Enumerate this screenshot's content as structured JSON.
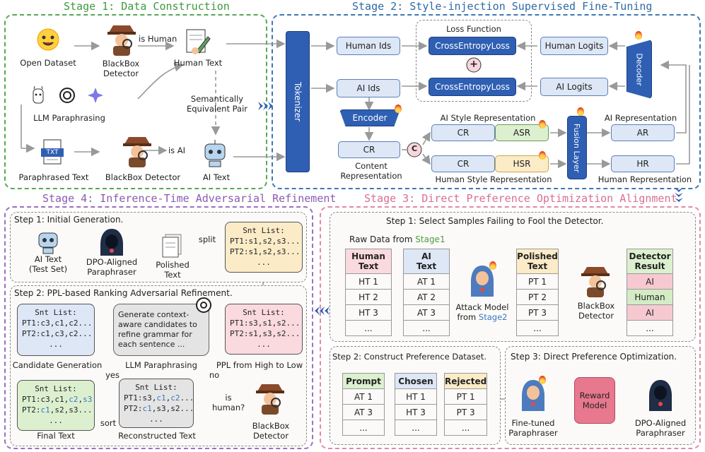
{
  "stage1": {
    "title": "Stage 1: Data Construction",
    "open_dataset": "Open Dataset",
    "blackbox_detector": "BlackBox\nDetector",
    "is_human": "is Human",
    "human_text": "Human Text",
    "llm_paraphrasing": "LLM Paraphrasing",
    "semantically": "Semantically\nEquivalent Pair",
    "paraphrased_text": "Paraphrased Text",
    "blackbox_detector2": "BlackBox Detector",
    "is_ai": "is AI",
    "ai_text": "AI Text",
    "txt_label": "TXT"
  },
  "stage2": {
    "title": "Stage 2: Style-injection Supervised Fine-Tuning",
    "tokenizer": "Tokenizer",
    "human_ids": "Human Ids",
    "ai_ids": "AI Ids",
    "loss_function": "Loss Function",
    "ce1": "CrossEntropyLoss",
    "ce2": "CrossEntropyLoss",
    "plus": "+",
    "human_logits": "Human Logits",
    "ai_logits": "AI Logits",
    "decoder": "Decoder",
    "encoder": "Encoder",
    "cr": "CR",
    "c": "C",
    "content_repr": "Content\nRepresentation",
    "ai_style_repr": "AI Style Representation",
    "cr2": "CR",
    "asr": "ASR",
    "cr3": "CR",
    "hsr": "HSR",
    "human_style_repr": "Human Style Representation",
    "fusion_layer": "Fusion Layer",
    "ai_repr": "AI Representation",
    "ar": "AR",
    "hr": "HR",
    "human_repr": "Human Representation"
  },
  "stage3": {
    "title": "Stage 3: Direct Preference Optimization Alignment",
    "step1": "Step 1: Select Samples Failing to Fool the Detector.",
    "raw_data_from": "Raw Data from ",
    "stage1_ref": "Stage1",
    "human_text_hdr": "Human\nText",
    "ht": [
      "HT 1",
      "HT 2",
      "HT 3",
      "..."
    ],
    "ai_text_hdr": "AI\nText",
    "at": [
      "AT 1",
      "AT 2",
      "AT 3",
      "..."
    ],
    "attack_model": "Attack Model\nfrom ",
    "stage2_ref": "Stage2",
    "polished_hdr": "Polished\nText",
    "pt": [
      "PT 1",
      "PT 2",
      "PT 3",
      "..."
    ],
    "blackbox_detector": "BlackBox\nDetector",
    "detector_hdr": "Detector\nResult",
    "dr": [
      "AI",
      "Human",
      "AI",
      "..."
    ],
    "step2": "Step 2: Construct Preference Dataset.",
    "prompt_hdr": "Prompt",
    "prompt": [
      "AT 1",
      "AT 3",
      "..."
    ],
    "chosen_hdr": "Chosen",
    "chosen": [
      "HT 1",
      "HT 3",
      "..."
    ],
    "rejected_hdr": "Rejected",
    "rejected": [
      "PT 1",
      "PT 3",
      "..."
    ],
    "step3": "Step 3: Direct Preference Optimization.",
    "finetuned": "Fine-tuned\nParaphraser",
    "reward_model": "Reward\nModel",
    "dpo_aligned": "DPO-Aligned\nParaphraser"
  },
  "stage4": {
    "title": "Stage 4: Inference-Time Adversarial Refinement",
    "step1": "Step 1: Initial Generation.",
    "ai_text_test": "AI Text\n(Test Set)",
    "dpo_aligned": "DPO-Aligned\nParaphraser",
    "polished_text": "Polished\nText",
    "split": "split",
    "snt1": [
      "Snt List:",
      "PT1:s1,s2,s3...",
      "PT2:s1,s2,s3...",
      "..."
    ],
    "sort": "sort",
    "step2": "Step 2: PPL-based Ranking Adversarial Refinement.",
    "snt_ppl": [
      "Snt List:",
      "PT1:s3,s1,s2...",
      "PT2:s1,s3,s2...",
      "..."
    ],
    "ppl_label": "PPL from High to Low",
    "llm_prompt": "Generate context-\naware candidates to\nrefine grammar for\neach sentence ...",
    "llm_paraphrasing": "LLM Paraphrasing",
    "snt_cand": [
      "Snt List:",
      "PT1:c3,c1,c2...",
      "PT2:c1,c3,c2...",
      "..."
    ],
    "candidate_generation": "Candidate Generation",
    "yes": "yes",
    "no": "no",
    "snt_recon_title": "Snt List:",
    "recon_rows": [
      [
        "PT1:",
        "s3,",
        "c1",
        ",",
        "c2",
        "..."
      ],
      [
        "PT2:",
        "c1",
        ",s3,s2..."
      ]
    ],
    "recon_dots": "...",
    "reconstructed": "Reconstructed Text",
    "is_human": "is\nhuman?",
    "blackbox_detector": "BlackBox\nDetector",
    "snt_final_title": "Snt List:",
    "final_rows": [
      [
        "PT1:c3,c1,",
        "c2",
        ",",
        "s3"
      ],
      [
        "PT2:",
        "c1",
        ",s2,s3..."
      ]
    ],
    "final_dots": "...",
    "final_text": "Final Text",
    "sort2": "sort"
  },
  "colors": {
    "stage1": "#3f9a3f",
    "stage2": "#2f6aa6",
    "stage3": "#d87090",
    "stage4": "#8a5bb0",
    "dark_blue": "#2f5fb3",
    "highlight_blue": "#3a78c2",
    "stage_green": "#4f9b3f"
  }
}
